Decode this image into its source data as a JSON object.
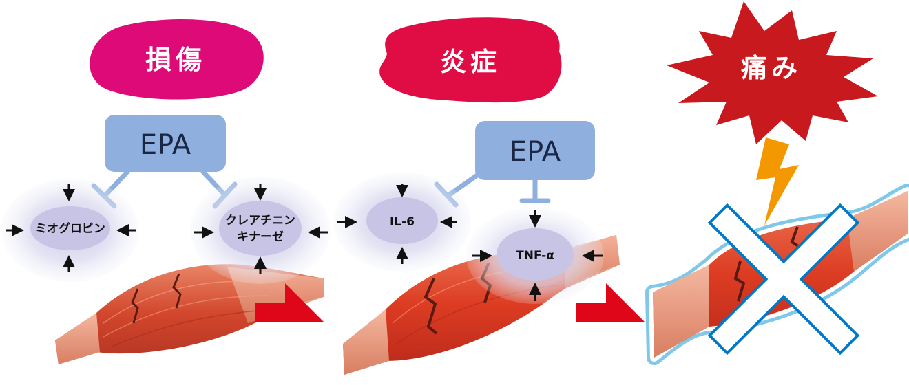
{
  "stages": {
    "damage": "損傷",
    "inflammation": "炎症",
    "pain": "痛み"
  },
  "epa": {
    "left": "EPA",
    "middle": "EPA"
  },
  "markers": {
    "myoglobin": "ミオグロビン",
    "creatine_kinase_line1": "クレアチニン",
    "creatine_kinase_line2": "キナーゼ",
    "il6": "IL-6",
    "tnf": "TNF-α"
  },
  "colors": {
    "damage_blob": "#de0a78",
    "inflammation_blob": "#e00c44",
    "pain_star": "#c8191e",
    "epa_box": "#8fb0de",
    "inhibit_line": "#8fb0de",
    "marker_ellipse": "#c7c4e6",
    "muscle": "#d8583a",
    "arrow_red": "#e0061a",
    "cross_blue": "#0078c8",
    "lightning": "#f39800"
  }
}
